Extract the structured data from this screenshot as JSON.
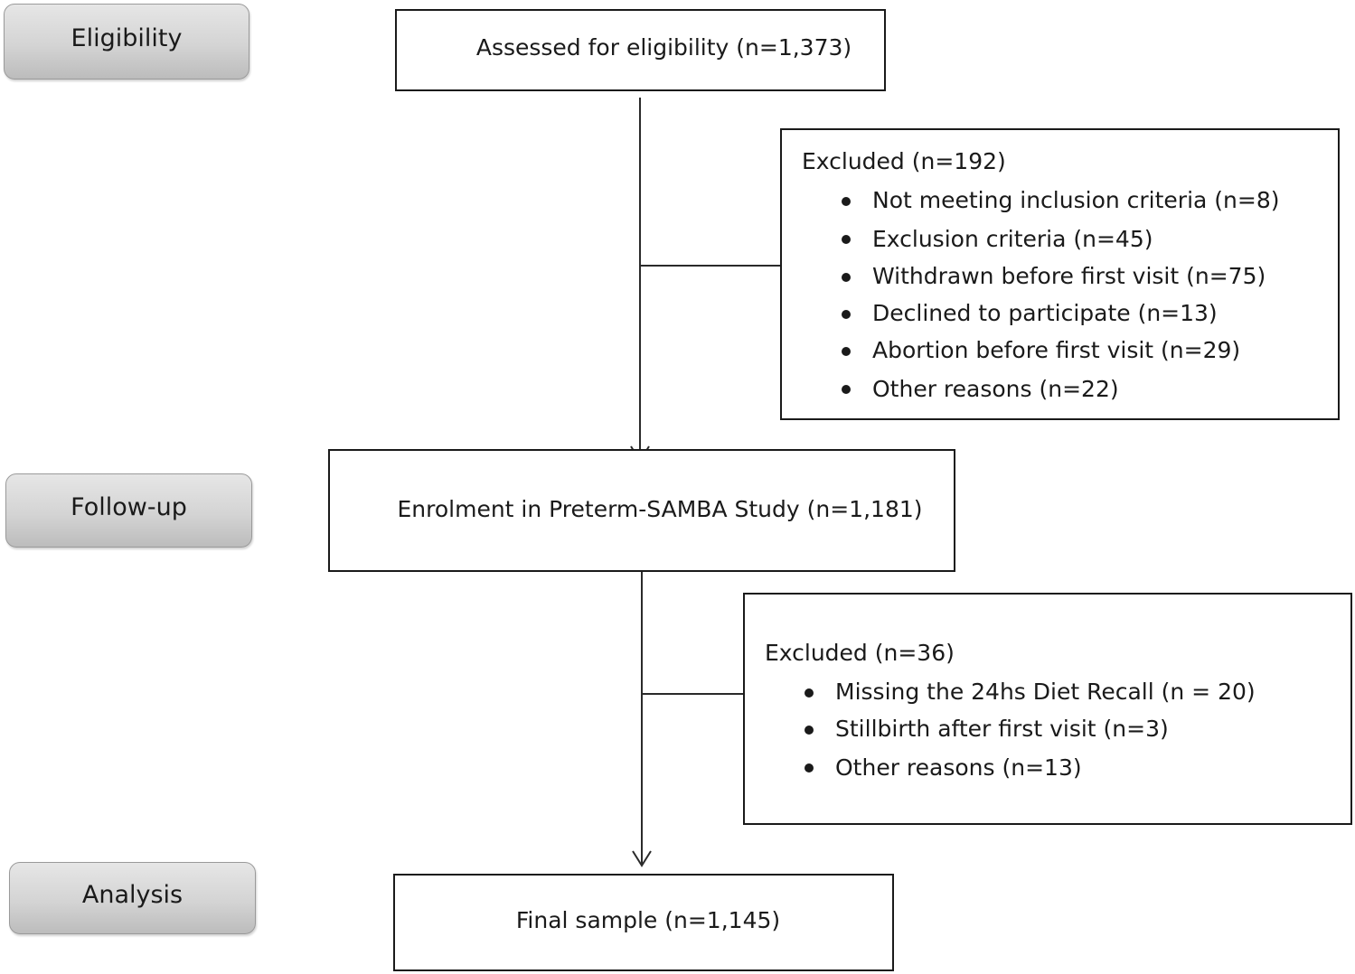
{
  "stages": {
    "eligibility": "Eligibility",
    "follow_up": "Follow-up",
    "analysis": "Analysis"
  },
  "boxes": {
    "assessed": "Assessed for eligibility (n=1,373)",
    "enrolment": "Enrolment in Preterm-SAMBA Study (n=1,181)",
    "final": "Final sample (n=1,145)"
  },
  "exclusions": [
    {
      "title": "Excluded (n=192)",
      "items": [
        "Not meeting inclusion criteria (n=8)",
        "Exclusion criteria (n=45)",
        "Withdrawn before first visit (n=75)",
        "Declined to participate (n=13)",
        "Abortion before first visit (n=29)",
        "Other reasons (n=22)"
      ]
    },
    {
      "title": "Excluded (n=36)",
      "items": [
        "Missing the 24hs Diet Recall (n = 20)",
        "Stillbirth after first visit (n=3)",
        "Other reasons (n=13)"
      ]
    }
  ]
}
